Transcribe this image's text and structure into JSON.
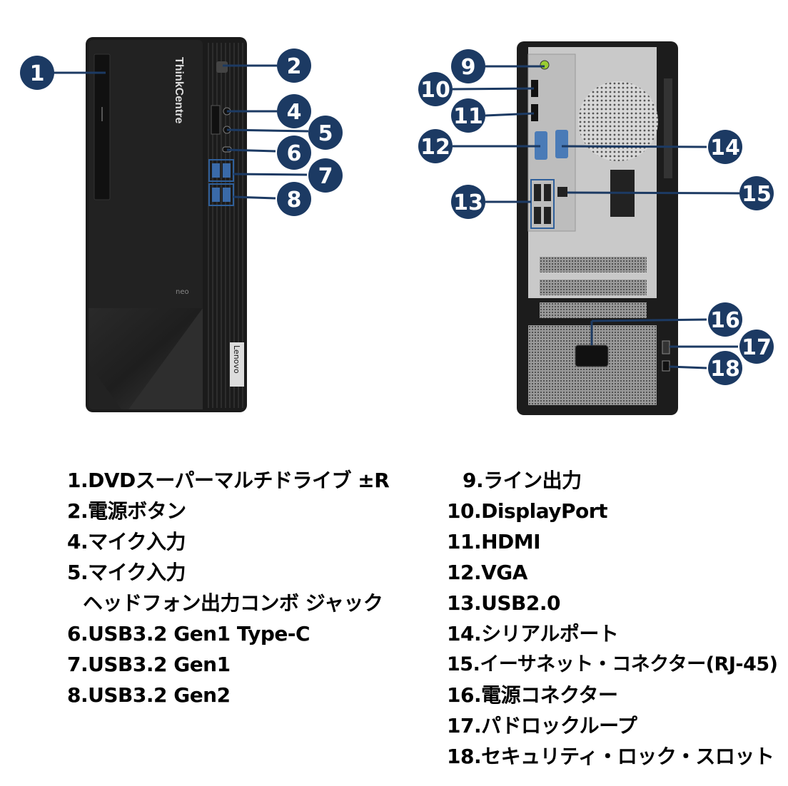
{
  "brand": {
    "front_logo": "ThinkCentre",
    "front_badge": "neo",
    "front_vendor": "Lenovo"
  },
  "colors": {
    "callout": "#1c3a63",
    "case": "#1a1a1a",
    "panel": "#c9c9c9"
  },
  "callouts": [
    "1",
    "2",
    "4",
    "5",
    "6",
    "7",
    "8",
    "9",
    "10",
    "11",
    "12",
    "13",
    "14",
    "15",
    "16",
    "17",
    "18"
  ],
  "legend_left": [
    "1.DVDスーパーマルチドライブ ±R",
    "2.電源ボタン",
    "4.マイク入力",
    "5.マイク入力",
    "ヘッドフォン出力コンボ ジャック",
    "6.USB3.2 Gen1 Type-C",
    "7.USB3.2 Gen1",
    "8.USB3.2 Gen2"
  ],
  "legend_right": [
    "9.ライン出力",
    "10.DisplayPort",
    "11.HDMI",
    "12.VGA",
    "13.USB2.0",
    "14.シリアルポート",
    "15.イーサネット・コネクター(RJ-45)",
    "16.電源コネクター",
    "17.パドロックループ",
    "18.セキュリティ・ロック・スロット"
  ]
}
